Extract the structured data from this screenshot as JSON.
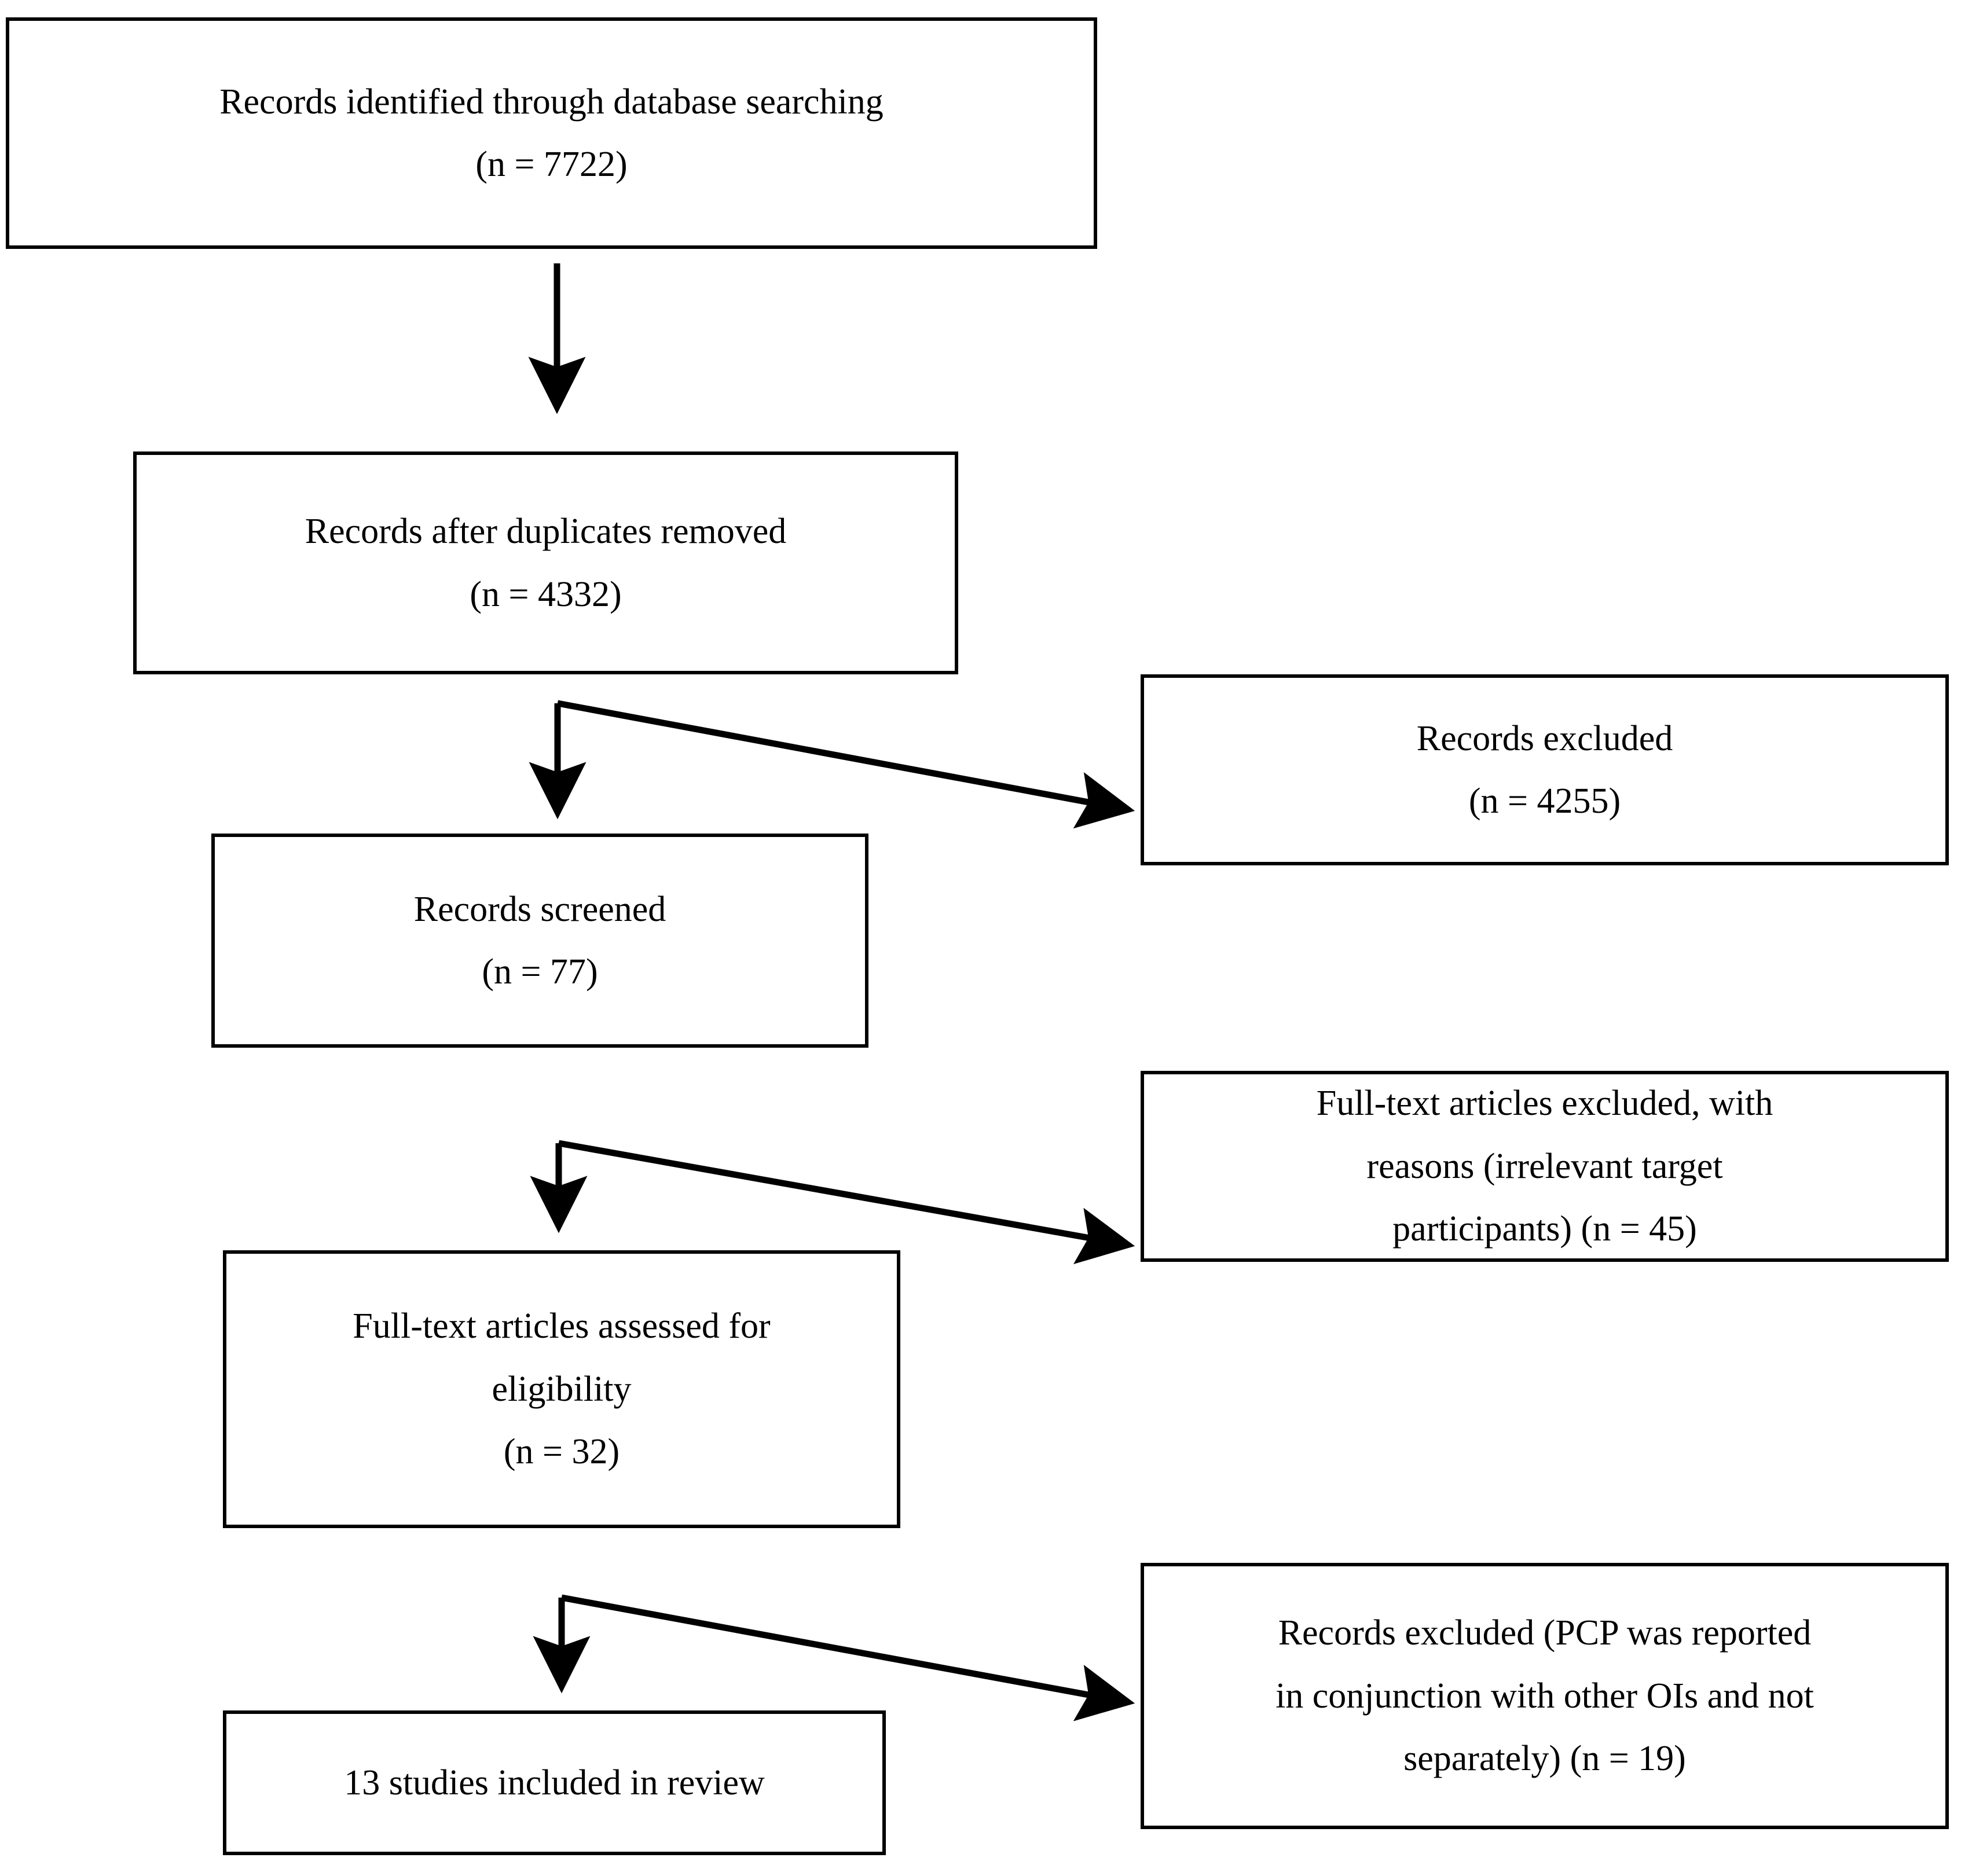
{
  "diagram": {
    "type": "prisma-flow-diagram",
    "orientation": "top-to-bottom",
    "colors": {
      "stroke": "#000000",
      "fill": "#ffffff",
      "text": "#000000"
    },
    "nodes": {
      "identified": {
        "id": "records-identified",
        "line1": "Records identified through database searching",
        "line2": "(n = 7722)",
        "n": 7722
      },
      "dedup": {
        "id": "records-after-duplicates-removed",
        "line1": "Records after duplicates removed",
        "line2": "(n = 4332)",
        "n": 4332
      },
      "screened": {
        "id": "records-screened",
        "line1": "Records screened",
        "line2": "(n = 77)",
        "n": 77
      },
      "fulltext": {
        "id": "full-text-articles-assessed",
        "line1": "Full-text articles assessed for",
        "line2": "eligibility",
        "line3": "(n = 32)",
        "n": 32
      },
      "included": {
        "id": "studies-included-in-review",
        "line1": "13 studies included in review",
        "n": 13
      },
      "excluded_records": {
        "id": "records-excluded",
        "line1": "Records excluded",
        "line2": "(n = 4255)",
        "n": 4255
      },
      "excluded_fulltext": {
        "id": "full-text-articles-excluded",
        "line1": "Full-text articles excluded, with",
        "line2": "reasons (irrelevant target",
        "line3": "participants) (n = 45)",
        "n": 45
      },
      "excluded_pcp": {
        "id": "records-excluded-pcp",
        "line1": "Records excluded (PCP was reported",
        "line2": "in conjunction with other OIs and not",
        "line3": "separately) (n = 19)",
        "n": 19
      }
    },
    "edges": [
      {
        "name": "identified-to-dedup",
        "from": "identified",
        "to": "dedup",
        "style": "straight-down-arrow"
      },
      {
        "name": "dedup-to-screened",
        "from": "dedup",
        "to": "screened",
        "style": "straight-down-arrow"
      },
      {
        "name": "dedup-to-records-excluded",
        "from": "dedup",
        "to": "excluded_records",
        "style": "diagonal-right-arrow"
      },
      {
        "name": "screened-to-fulltext",
        "from": "screened",
        "to": "fulltext",
        "style": "straight-down-arrow"
      },
      {
        "name": "screened-to-fulltext-excluded",
        "from": "screened",
        "to": "excluded_fulltext",
        "style": "diagonal-right-arrow"
      },
      {
        "name": "fulltext-to-included",
        "from": "fulltext",
        "to": "included",
        "style": "straight-down-arrow"
      },
      {
        "name": "fulltext-to-pcp-excluded",
        "from": "fulltext",
        "to": "excluded_pcp",
        "style": "diagonal-right-arrow"
      }
    ]
  }
}
